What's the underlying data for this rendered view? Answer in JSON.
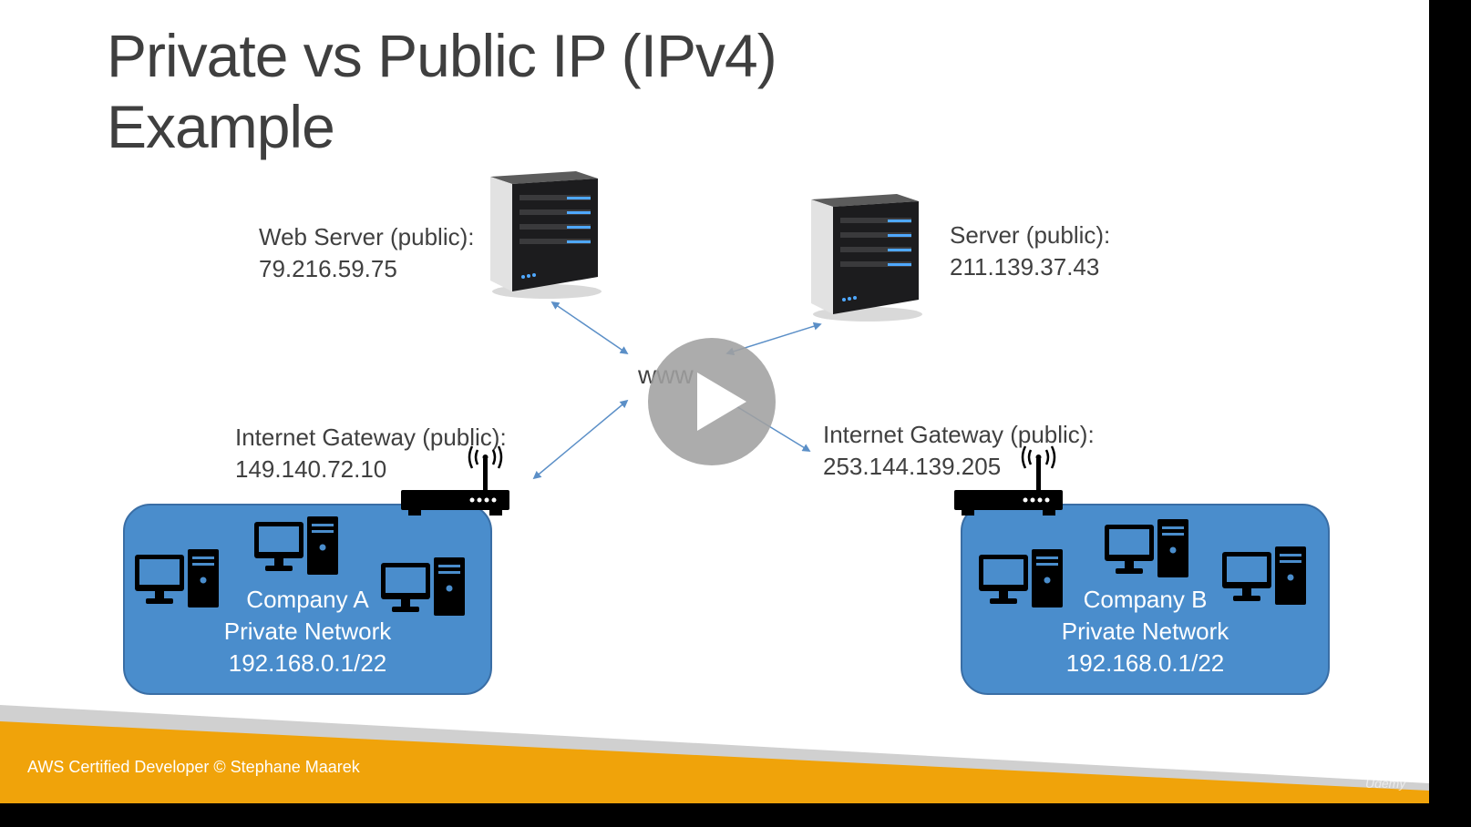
{
  "title": {
    "line1": "Private vs Public IP (IPv4)",
    "line2": "Example"
  },
  "web_server": {
    "label": "Web Server (public):",
    "ip": "79.216.59.75"
  },
  "server": {
    "label": "Server (public):",
    "ip": "211.139.37.43"
  },
  "www_label": "www",
  "gateway_a": {
    "label": "Internet Gateway (public):",
    "ip": "149.140.72.10"
  },
  "gateway_b": {
    "label": "Internet Gateway (public):",
    "ip": "253.144.139.205"
  },
  "network_a": {
    "name": "Company A",
    "type": "Private Network",
    "cidr": "192.168.0.1/22"
  },
  "network_b": {
    "name": "Company B",
    "type": "Private Network",
    "cidr": "192.168.0.1/22"
  },
  "footer": "AWS Certified Developer © Stephane Maarek",
  "logo_text": "Udemy",
  "colors": {
    "network_fill": "#4a8dcc",
    "arrow": "#5b8fc7",
    "footer_orange": "#f0a30a",
    "footer_gray": "#d0d0d0"
  }
}
